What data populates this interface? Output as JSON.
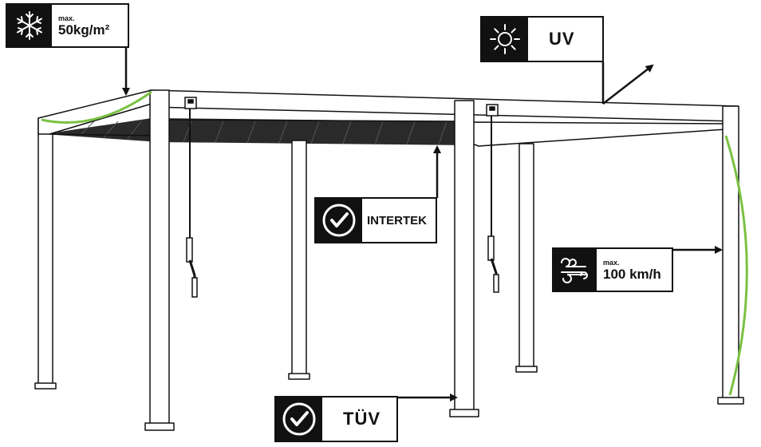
{
  "badges": {
    "snow": {
      "small": "max.",
      "big": "50kg/m²",
      "icon": "snowflake-icon"
    },
    "uv": {
      "label": "UV",
      "icon": "sun-icon"
    },
    "intertek": {
      "label": "INTERTEK",
      "icon": "check-circle-icon"
    },
    "wind": {
      "small": "max.",
      "big": "100 km/h",
      "icon": "wind-icon"
    },
    "tuv": {
      "label": "TÜV",
      "icon": "check-circle-icon"
    }
  },
  "colors": {
    "accent": "#7ac143",
    "ink": "#111111"
  }
}
